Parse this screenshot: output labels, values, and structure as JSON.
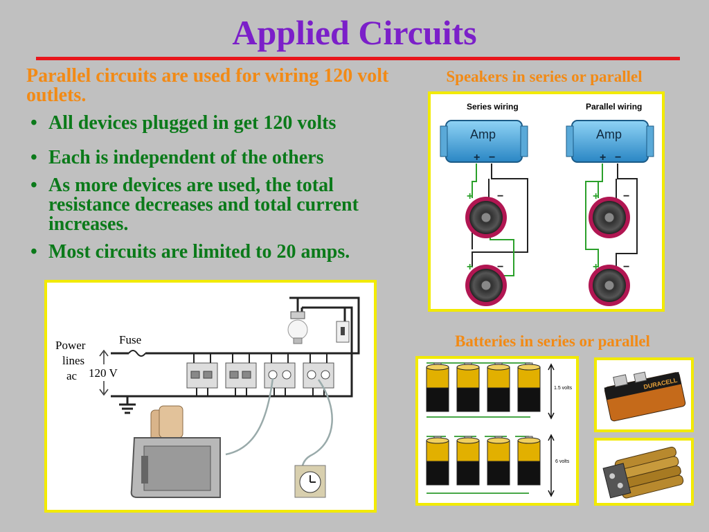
{
  "slide": {
    "title": "Applied Circuits",
    "intro": "Parallel circuits are used for wiring 120 volt outlets.",
    "bullets": [
      "All devices plugged in get 120 volts",
      "Each is independent of the others",
      "As more devices are used, the total resistance decreases and total current increases.",
      "Most circuits are limited to 20 amps."
    ]
  },
  "speakers": {
    "caption": "Speakers in series or parallel",
    "series_label": "Series wiring",
    "parallel_label": "Parallel wiring",
    "amp_label": "Amp",
    "plus": "+",
    "minus": "−"
  },
  "circuit": {
    "power_lines": [
      "Power",
      "lines",
      "ac"
    ],
    "fuse_label": "Fuse",
    "voltage_label": "120 V"
  },
  "batteries": {
    "caption": "Batteries in series or parallel",
    "parallel_voltage": "1.5 volts",
    "series_voltage": "6 volts",
    "brand": "DURACELL"
  },
  "colors": {
    "title": "#7b1fc9",
    "rule": "#e8161c",
    "intro": "#f28a15",
    "bullets": "#0b7a1a",
    "panel_border": "#f2ea00",
    "background": "#c0c0c0"
  }
}
